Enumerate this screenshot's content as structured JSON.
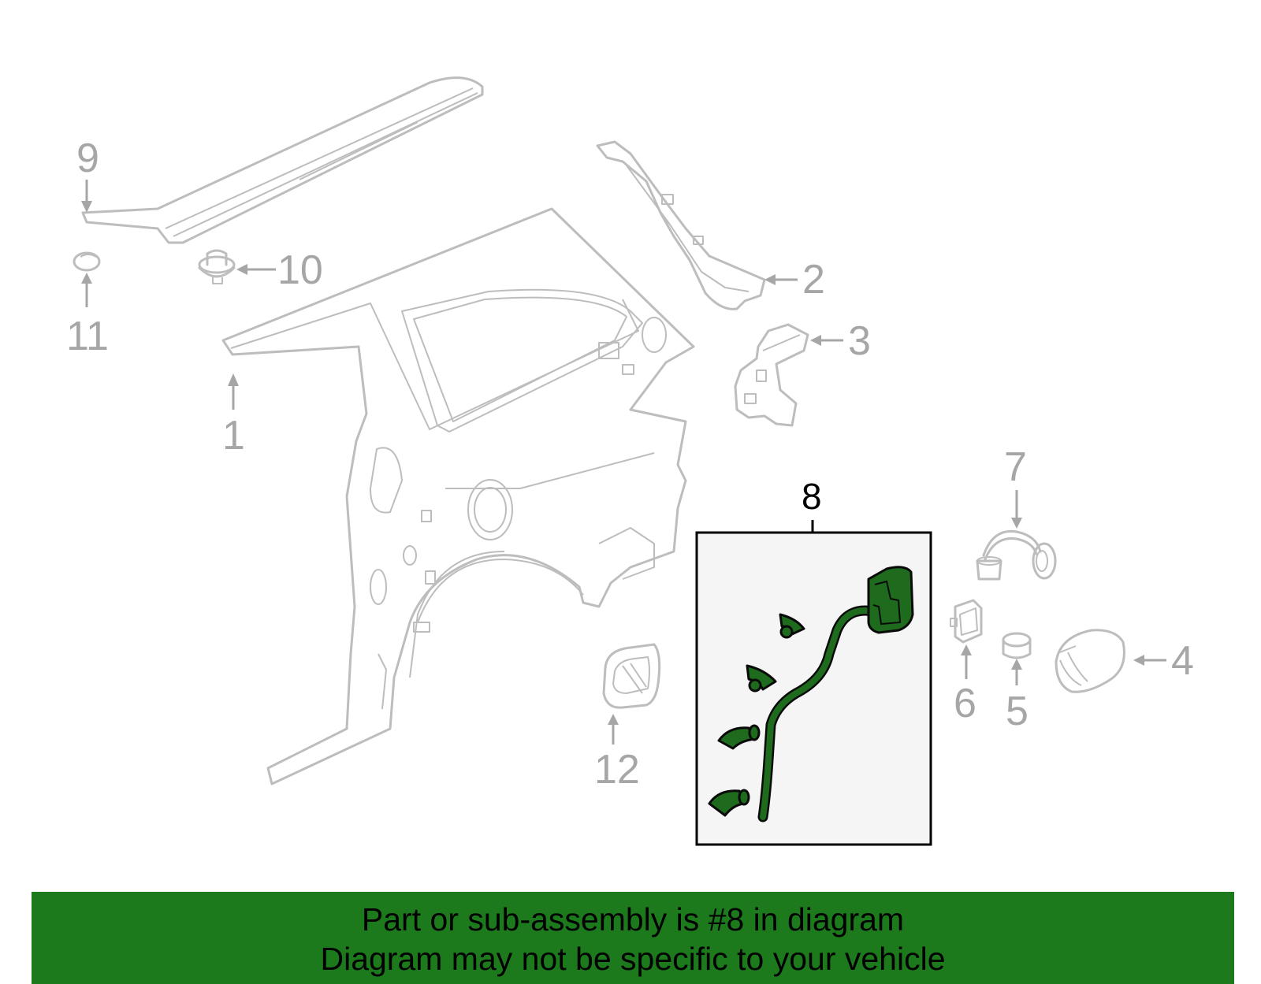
{
  "callouts": {
    "c1": "1",
    "c2": "2",
    "c3": "3",
    "c4": "4",
    "c5": "5",
    "c6": "6",
    "c7": "7",
    "c8": "8",
    "c9": "9",
    "c10": "10",
    "c11": "11",
    "c12": "12"
  },
  "highlighted_part": "8",
  "colors": {
    "highlight_fill": "#1e6b1e",
    "banner_background": "#1c7a1c",
    "part_outline": "#bdbdbd",
    "callout_text": "#a6a6a6",
    "highlight_box": "#f5f5f5"
  },
  "banner": {
    "line1": "Part or sub-assembly is #8 in diagram",
    "line2": "Diagram may not be specific to your vehicle"
  }
}
